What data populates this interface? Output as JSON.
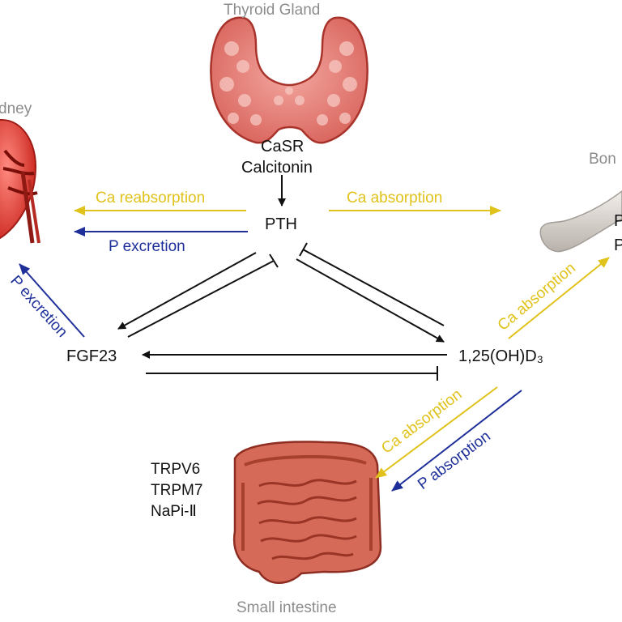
{
  "organs": {
    "thyroid": {
      "label": "Thyroid Gland",
      "icon": "thyroid-gland-icon"
    },
    "kidney": {
      "label": "dney",
      "icon": "kidney-icon"
    },
    "bone": {
      "label": "Bon",
      "icon": "bone-icon"
    },
    "intestine": {
      "label": "Small intestine",
      "icon": "small-intestine-icon"
    }
  },
  "thyroid_factors": {
    "line1": "CaSR",
    "line2": "Calcitonin"
  },
  "hormones": {
    "pth": "PTH",
    "fgf23": "FGF23",
    "vitd": "1,25(OH)D₃"
  },
  "intestine_transporters": [
    "TRPV6",
    "TRPM7",
    "NaPi-Ⅱ"
  ],
  "bone_partial": [
    "P",
    "P"
  ],
  "arrow_labels": {
    "ca_reabsorption": "Ca reabsorption",
    "p_excretion_kidney": "P excretion",
    "ca_absorption_bone": "Ca absorption",
    "p_excretion_diag": "P excretion",
    "ca_absorption_diag_bone": "Ca absorption",
    "ca_absorption_intestine": "Ca absorption",
    "p_absorption_intestine": "P absorption"
  },
  "colors": {
    "calcium": "#e0c21a",
    "phosphate": "#1e2f9a",
    "regulation": "#111111",
    "organ_label": "#8c8c8c"
  }
}
